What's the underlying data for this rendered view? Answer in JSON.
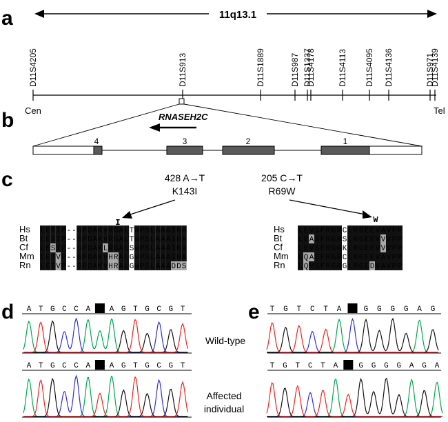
{
  "panel_labels": [
    "a",
    "b",
    "c",
    "d",
    "e"
  ],
  "panel_a": {
    "band": "11q13.1",
    "markers": [
      "D11S4205",
      "D11S913",
      "D11S1889",
      "D11S987",
      "D11S1337",
      "D11S4178",
      "D11S4113",
      "D11S4095",
      "D11S4136",
      "D11S971",
      "D11S4139"
    ],
    "cen": "Cen",
    "tel": "Tel"
  },
  "panel_b": {
    "gene": "RNASEH2C",
    "exons": [
      "4",
      "3",
      "2",
      "1"
    ]
  },
  "panel_c": {
    "mut1": {
      "nt": "428 A→T",
      "aa": "K143I",
      "residue": "I"
    },
    "mut2": {
      "nt": "205 C→T",
      "aa": "R69W",
      "residue": "W"
    },
    "species": [
      "Hs",
      "Bt",
      "Cf",
      "Mm",
      "Rn"
    ],
    "left_rows": [
      "LETIP--GPDAKVRGALTWPSLAAAIHA",
      "LETIP--GPDAKVRGALTWPSLAAAIHA",
      "LESIP--GPDAKLRGALSWPSLAAAIHA",
      "LETVP--GPDAKVHRALGWPSLAAAIHA",
      "LETVP--GPDAKVHRALGWPSLAAADDS"
    ],
    "right_rows": [
      "LEVSFRGRCLRGEEVAVPP",
      "LEASFRGRSLRGEEVVVPP",
      "LEVSFRGRKLRGEEVVVPP",
      "LQASFRGRCLRGEEVAVPP",
      "LQVSFRGRGLRGEDVAVPP"
    ]
  },
  "panel_d": {
    "wt_seq": [
      "A",
      "T",
      "G",
      "C",
      "C",
      "A",
      "A",
      "A",
      "G",
      "T",
      "G",
      "C",
      "G",
      "T"
    ],
    "wt_highlight": 6,
    "aff_seq": [
      "A",
      "T",
      "G",
      "C",
      "C",
      "A",
      "T",
      "A",
      "G",
      "T",
      "G",
      "C",
      "G",
      "T"
    ],
    "aff_highlight": 6
  },
  "labels": {
    "wild_type": "Wild-type",
    "affected_1": "Affected",
    "affected_2": "individual"
  },
  "panel_e": {
    "wt_seq": [
      "T",
      "G",
      "T",
      "C",
      "T",
      "A",
      "C",
      "G",
      "G",
      "G",
      "G",
      "A",
      "G"
    ],
    "wt_highlight": 6,
    "aff_seq": [
      "T",
      "G",
      "T",
      "C",
      "T",
      "A",
      "T",
      "G",
      "G",
      "G",
      "G",
      "A",
      "G",
      "A"
    ],
    "aff_highlight": 6
  },
  "colors": {
    "A": "#00a651",
    "C": "#2f2fd0",
    "G": "#111111",
    "T": "#e8231f",
    "conserved_bg": "#111111",
    "similar_bg": "#a8a8a8",
    "exon": "#5a5a5a",
    "mutation_red": "#d4140c"
  }
}
